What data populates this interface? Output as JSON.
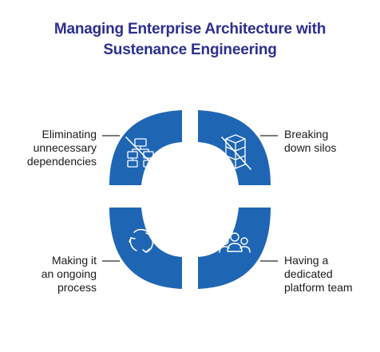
{
  "title": {
    "line1": "Managing Enterprise Architecture with",
    "line2": "Sustenance Engineering"
  },
  "colors": {
    "title": "#2b2f8f",
    "segment": "#1e66b4",
    "icon": "#ffffff",
    "connector": "#2b2b2b"
  },
  "segments": [
    {
      "position": "top-left",
      "icon": "crossed-dependencies-icon",
      "lines": [
        "Eliminating",
        "unnecessary",
        "dependencies"
      ]
    },
    {
      "position": "top-right",
      "icon": "crossed-silos-icon",
      "lines": [
        "Breaking",
        "down silos"
      ]
    },
    {
      "position": "bottom-left",
      "icon": "cycle-arrows-icon",
      "lines": [
        "Making it",
        "an ongoing",
        "process"
      ]
    },
    {
      "position": "bottom-right",
      "icon": "team-people-icon",
      "lines": [
        "Having a",
        "dedicated",
        "platform team"
      ]
    }
  ]
}
